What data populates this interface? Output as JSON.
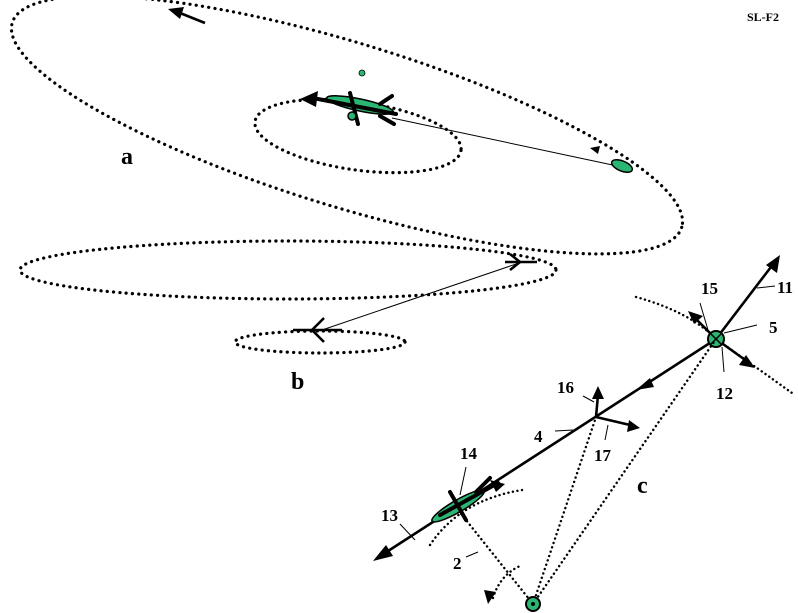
{
  "figure_id": "SL-F2",
  "panels": {
    "a": "a",
    "b": "b",
    "c": "c"
  },
  "callouts": [
    "2",
    "4",
    "5",
    "11",
    "12",
    "13",
    "14",
    "15",
    "16",
    "17"
  ],
  "colors": {
    "body_fill": "#2bb673",
    "ink": "#000000",
    "background": "#ffffff"
  }
}
